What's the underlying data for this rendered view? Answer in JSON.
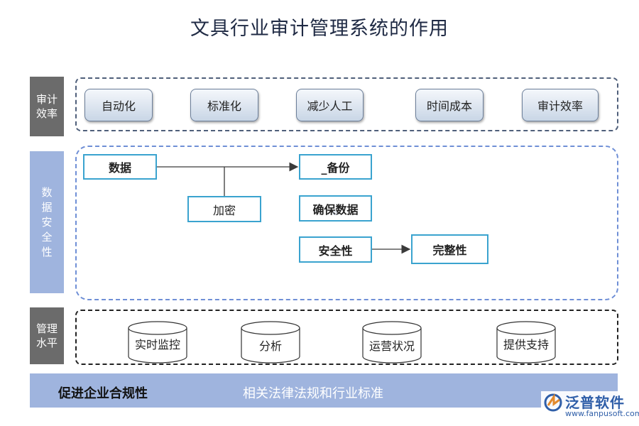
{
  "title": "文具行业审计管理系统的作用",
  "sections": {
    "audit_efficiency": {
      "label": "审计效率",
      "items": [
        "自动化",
        "标准化",
        "减少人工",
        "时间成本",
        "审计效率"
      ]
    },
    "data_security": {
      "label": "数据安全性",
      "nodes": {
        "data": "数据",
        "backup": "_备份",
        "encrypt": "加密",
        "ensure_data": "确保数据",
        "security": "安全性",
        "integrity": "完整性"
      }
    },
    "management_level": {
      "label": "管理水平",
      "items": [
        "实时监控",
        "分析",
        "运营状况",
        "提供支持"
      ]
    }
  },
  "bottom": {
    "primary": "促进企业合规性",
    "secondary": "相关法律法规和行业标准"
  },
  "brand": {
    "name": "泛普软件",
    "url": "www.fanpusoft.com"
  },
  "colors": {
    "title": "#1f2a44",
    "side_dark": "#6b6b6b",
    "side_blue": "#9fb4de",
    "node_border": "#3aa3cf",
    "brand": "#2f5ea8"
  }
}
